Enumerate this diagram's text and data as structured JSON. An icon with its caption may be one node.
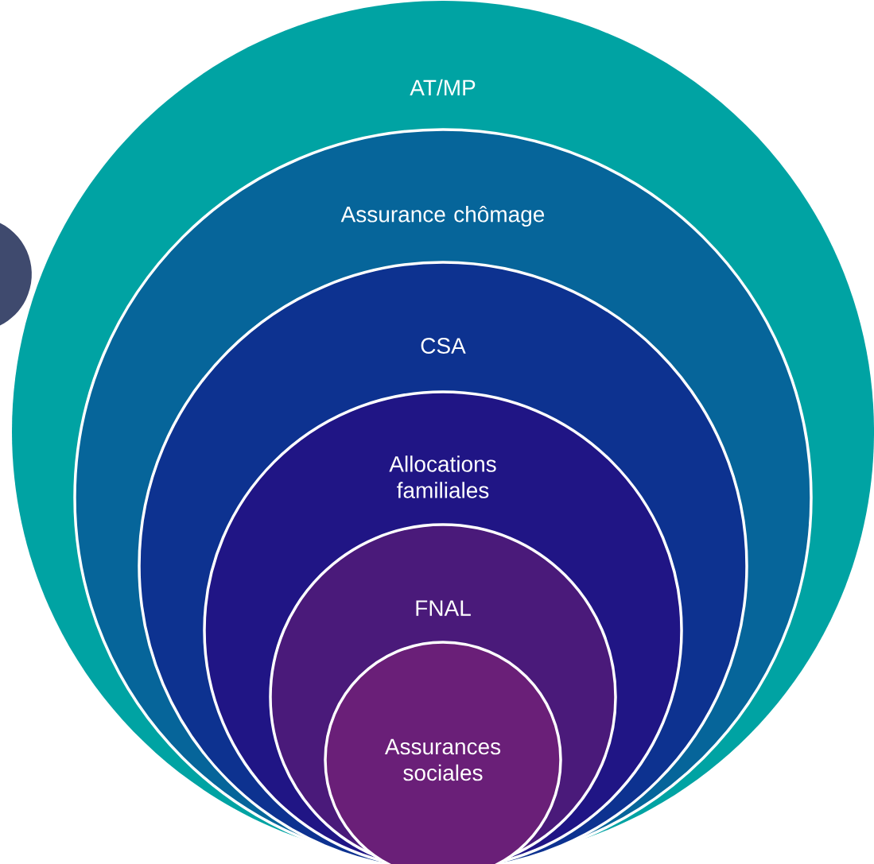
{
  "diagram": {
    "nodes": [
      {
        "text": [],
        "shape": "circle"
      },
      {
        "text": [
          "AT/MP"
        ]
      },
      {
        "text": [
          "Assurance chômage"
        ],
        "in": 1
      },
      {
        "text": [
          "CSA"
        ],
        "in": 2
      },
      {
        "text": [
          "Allocations familiales"
        ],
        "in": 3
      },
      {
        "text": [
          "FNAL"
        ],
        "in": 4
      },
      {
        "text": [
          "Assurances sociales"
        ],
        "in": 5
      }
    ]
  }
}
